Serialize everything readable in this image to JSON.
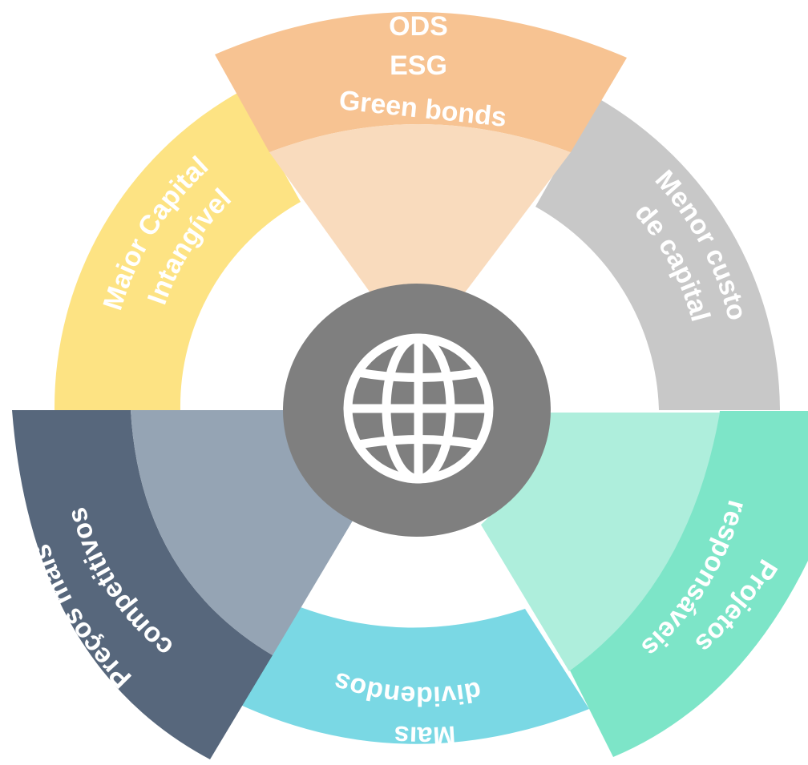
{
  "center": {
    "icon": "globe-icon",
    "color": "#7f7f7f"
  },
  "segments": [
    {
      "id": "top",
      "lines": [
        "ODS",
        "ESG",
        "Green bonds"
      ],
      "outer_color": "#f7c392",
      "inner_color": "#f9dbbd"
    },
    {
      "id": "upper-right",
      "lines": [
        "Menor custo",
        "de capital"
      ],
      "outer_color": "#c8c8c8"
    },
    {
      "id": "lower-right",
      "lines": [
        "Projetos",
        "responsáveis"
      ],
      "outer_color": "#7de5c8",
      "inner_color": "#aeeedc"
    },
    {
      "id": "bottom",
      "lines": [
        "Mais",
        "dividendos"
      ],
      "outer_color": "#7ad8e4"
    },
    {
      "id": "lower-left",
      "lines": [
        "Preços mais",
        "competitivos"
      ],
      "outer_color": "#57677c",
      "inner_color": "#95a4b4"
    },
    {
      "id": "upper-left",
      "lines": [
        "Maior Capital",
        "Intangível"
      ],
      "outer_color": "#fde383"
    }
  ]
}
